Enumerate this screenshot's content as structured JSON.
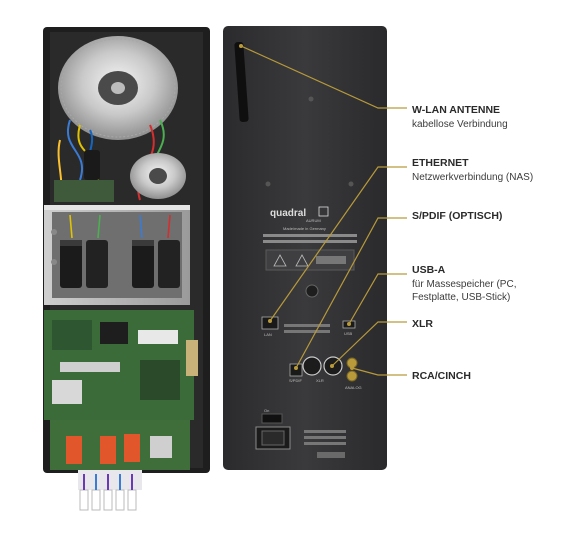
{
  "labels": [
    {
      "title": "W-LAN ANTENNE",
      "lines": [
        "kabellose Verbindung"
      ]
    },
    {
      "title": "ETHERNET",
      "lines": [
        "Netzwerkverbindung (NAS)"
      ]
    },
    {
      "title": "S/PDIF (OPTISCH)",
      "lines": []
    },
    {
      "title": "USB-A",
      "lines": [
        "für Massespeicher (PC,",
        "Festplatte, USB-Stick)"
      ]
    },
    {
      "title": "XLR",
      "lines": []
    },
    {
      "title": "RCA/CINCH",
      "lines": []
    }
  ],
  "panel": {
    "brand": "quadral",
    "brand_sub": "AURUM",
    "made_in": "Made/made in Germany",
    "port_lan": "LAN",
    "port_usb": "USB",
    "port_spdif": "S/PDIF",
    "port_xlr": "XLR",
    "port_rca": "ANALOG",
    "power": "On",
    "colors": {
      "accent": "#b89a3a",
      "panel": "#2f2f31",
      "text": "#2a2a2a"
    }
  }
}
